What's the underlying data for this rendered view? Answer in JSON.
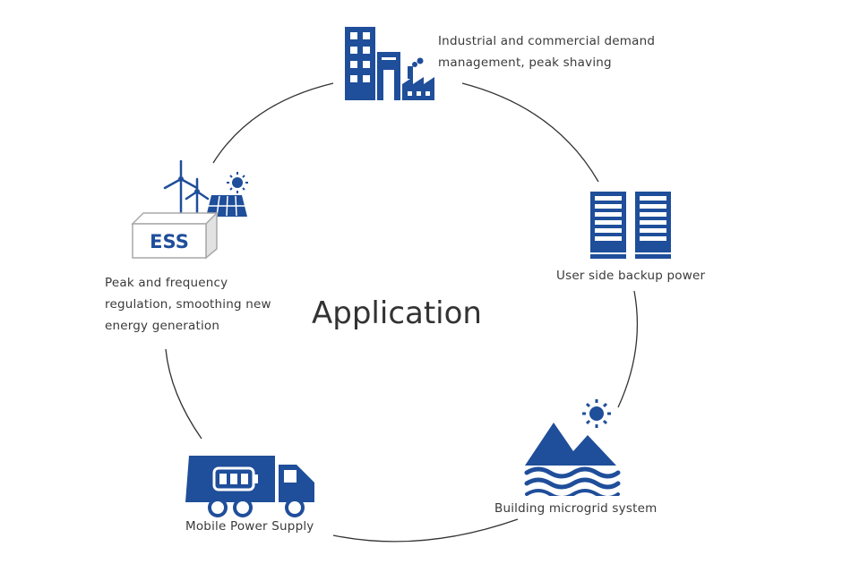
{
  "title": "Application",
  "brand_color": "#1f4e9a",
  "applications": [
    {
      "name": "industrial",
      "icon": "factory-building-icon",
      "label": "Industrial and commercial demand\nmanagement, peak shaving"
    },
    {
      "name": "backup",
      "icon": "server-rack-icon",
      "label": "User side backup power"
    },
    {
      "name": "microgrid",
      "icon": "mountain-sun-water-icon",
      "label": "Building microgrid system"
    },
    {
      "name": "mobile",
      "icon": "battery-truck-icon",
      "label": "Mobile Power Supply"
    },
    {
      "name": "ess",
      "icon": "ess-wind-solar-icon",
      "icon_text": "ESS",
      "label": "Peak and frequency\nregulation, smoothing new\nenergy generation"
    }
  ]
}
